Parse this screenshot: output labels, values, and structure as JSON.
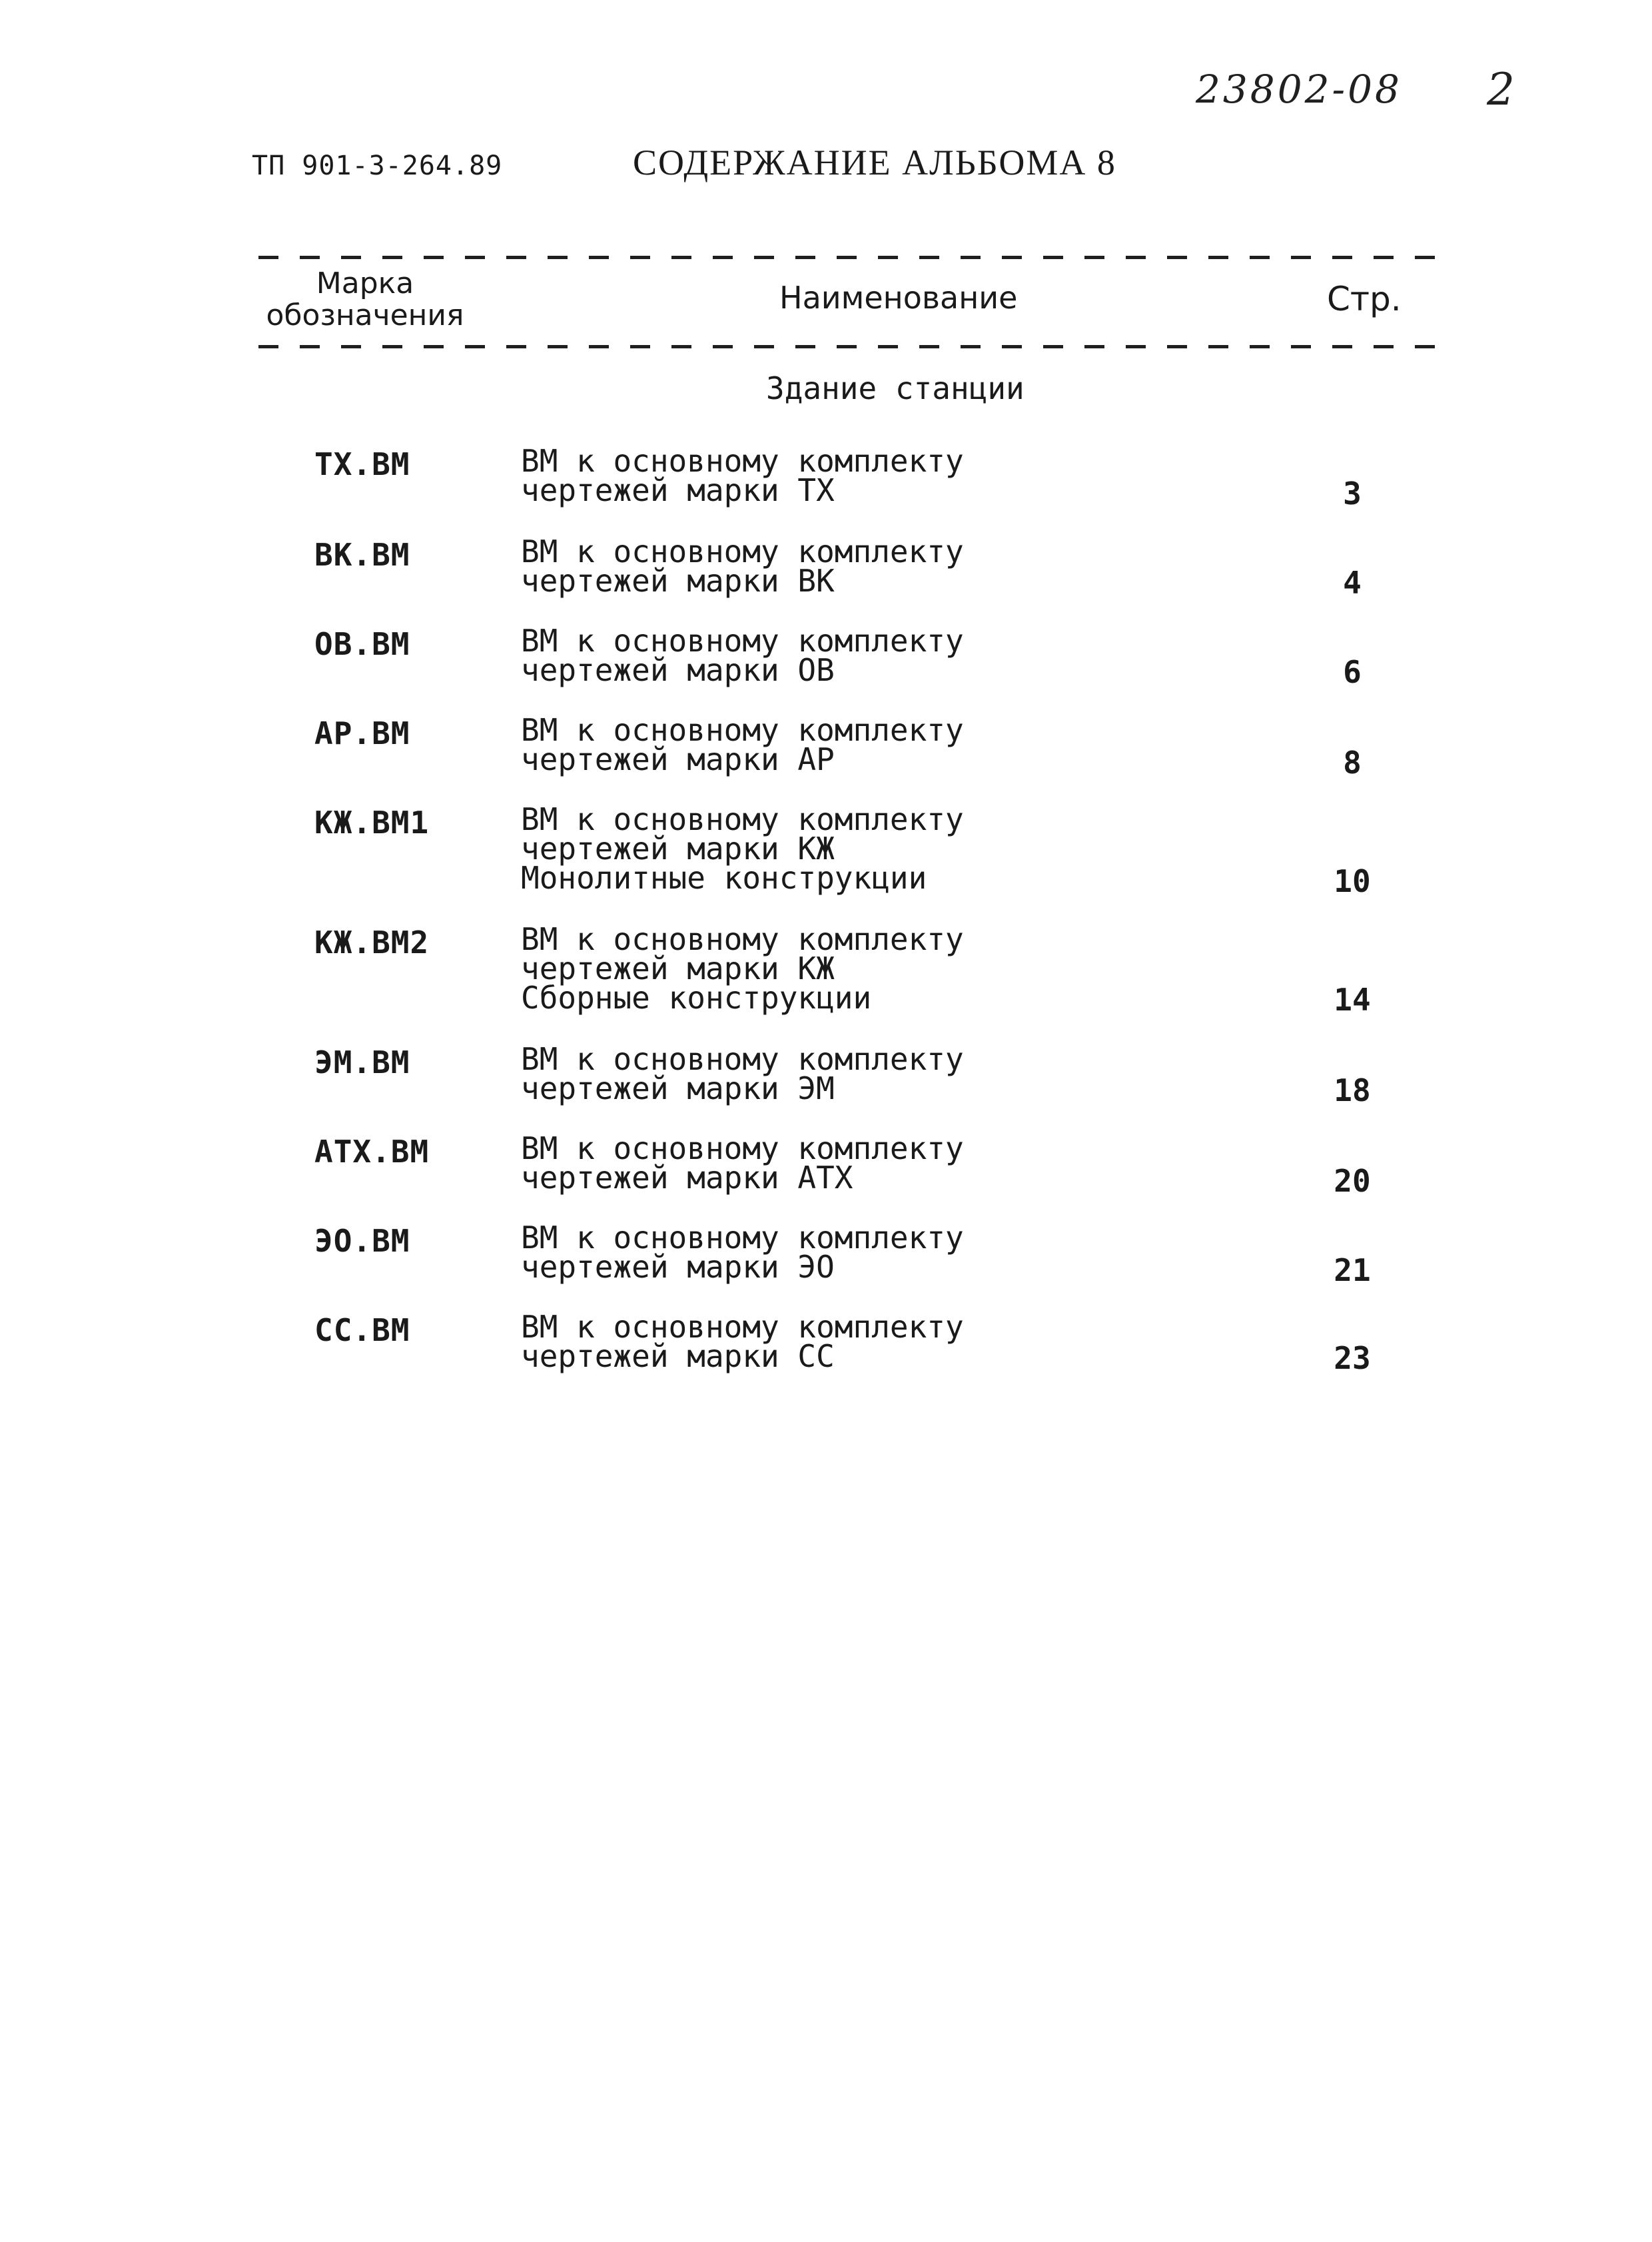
{
  "stamp_number": "23802-08",
  "sheet_number": "2",
  "doc_code": "ТП 901-3-264.89",
  "album_title": "СОДЕРЖАНИЕ АЛЬБОМА 8",
  "table": {
    "headers": {
      "mark_line1": "Марка",
      "mark_line2": "обозначения",
      "name": "Наименование",
      "page": "Стр."
    },
    "section_title": "Здание станции",
    "entries": [
      {
        "mark": "ТХ.ВМ",
        "lines": [
          "ВМ к основному комплекту",
          "чертежей марки ТХ"
        ],
        "page": "3"
      },
      {
        "mark": "ВК.ВМ",
        "lines": [
          "ВМ к основному комплекту",
          "чертежей марки ВК"
        ],
        "page": "4"
      },
      {
        "mark": "ОВ.ВМ",
        "lines": [
          "ВМ к основному комплекту",
          "чертежей марки ОВ"
        ],
        "page": "6"
      },
      {
        "mark": "АР.ВМ",
        "lines": [
          "ВМ к основному комплекту",
          "чертежей марки АР"
        ],
        "page": "8"
      },
      {
        "mark": "КЖ.ВМ1",
        "lines": [
          "ВМ к основному комплекту",
          "чертежей марки КЖ",
          "Монолитные конструкции"
        ],
        "page": "10"
      },
      {
        "mark": "КЖ.ВМ2",
        "lines": [
          "ВМ к основному комплекту",
          "чертежей марки КЖ",
          "Сборные конструкции"
        ],
        "page": "14"
      },
      {
        "mark": "ЭМ.ВМ",
        "lines": [
          "ВМ к основному комплекту",
          "чертежей марки ЭМ"
        ],
        "page": "18"
      },
      {
        "mark": "АТХ.ВМ",
        "lines": [
          "ВМ к основному комплекту",
          "чертежей марки АТХ"
        ],
        "page": "20"
      },
      {
        "mark": "ЭО.ВМ",
        "lines": [
          "ВМ к основному комплекту",
          "чертежей марки ЭО"
        ],
        "page": "21"
      },
      {
        "mark": "СС.ВМ",
        "lines": [
          "ВМ к основному комплекту",
          "чертежей марки СС"
        ],
        "page": "23"
      }
    ]
  }
}
